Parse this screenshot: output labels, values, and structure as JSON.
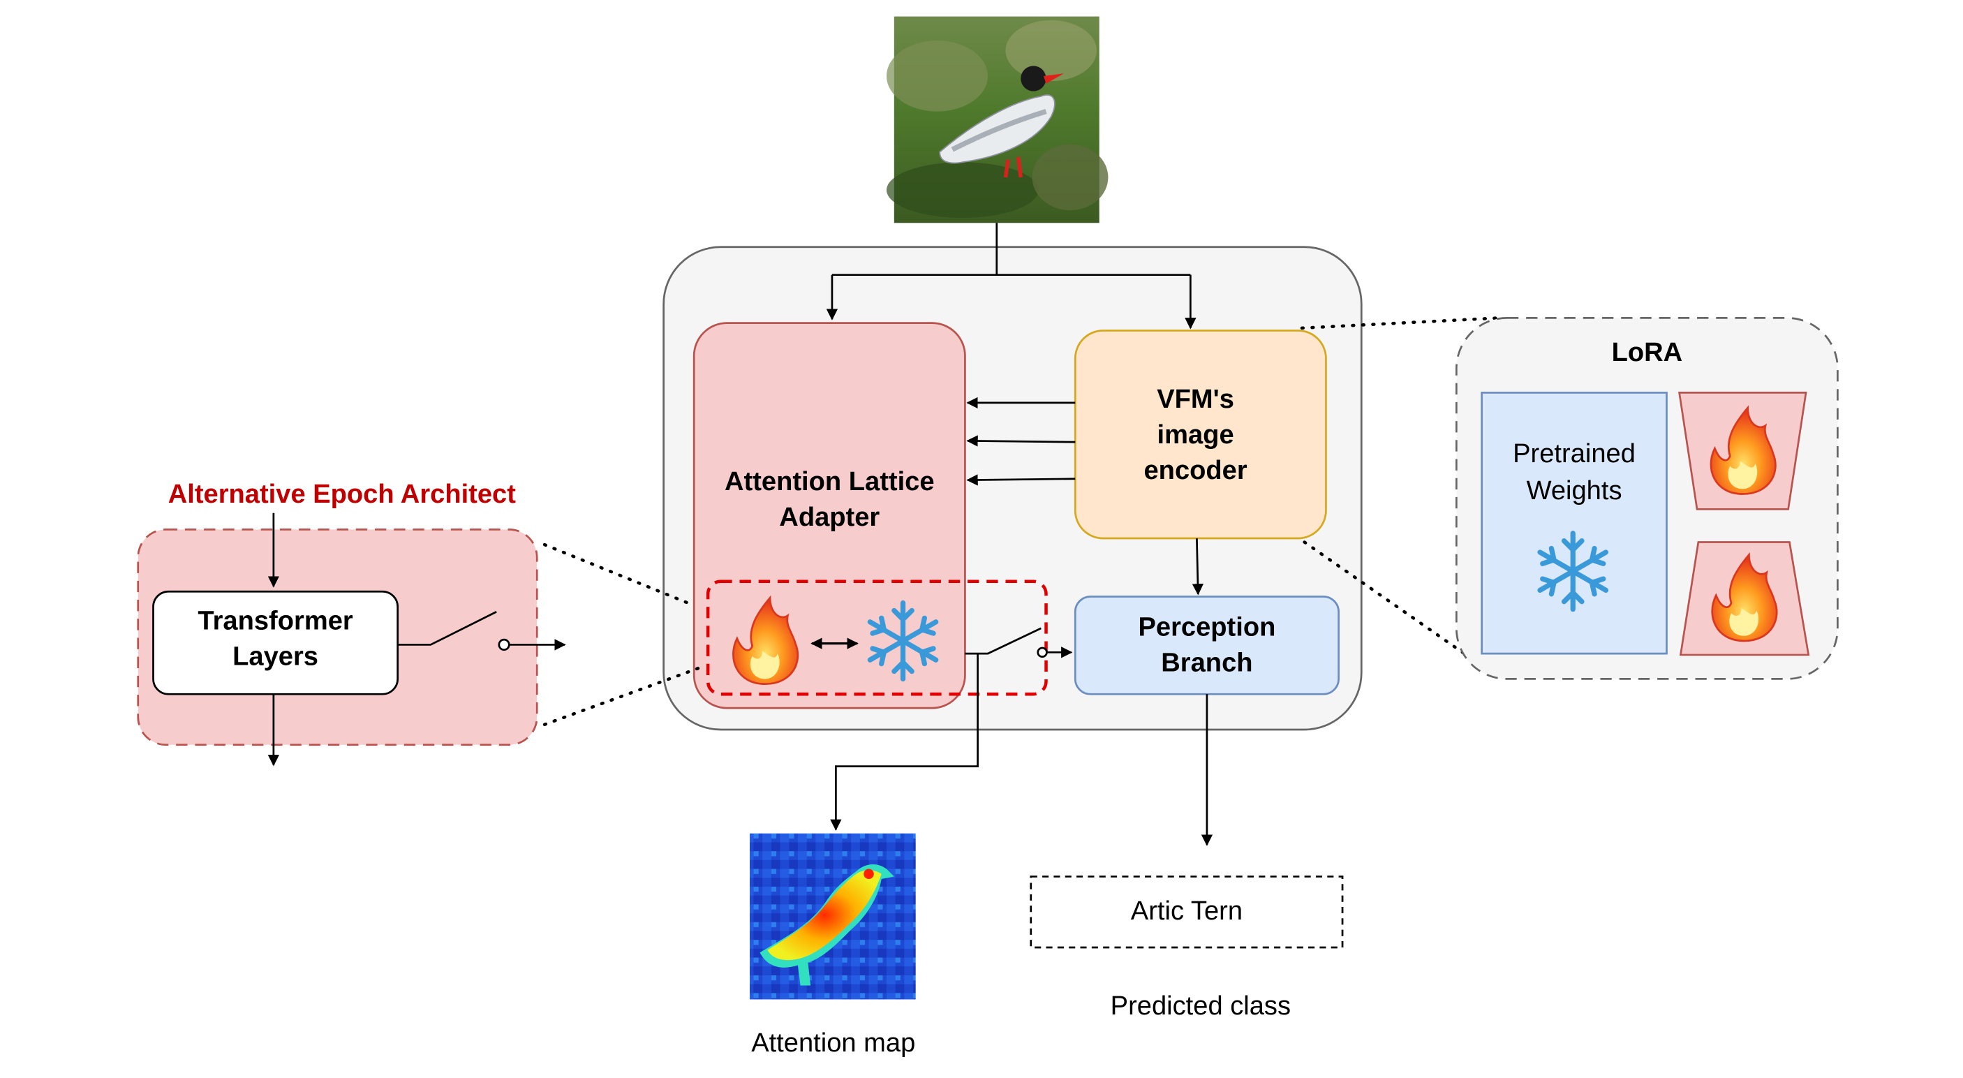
{
  "diagram": {
    "adapter_label": "Attention Lattice\nAdapter",
    "encoder_label": "VFM's\nimage\nencoder",
    "perception_label": "Perception\nBranch",
    "lora_title": "LoRA",
    "pretrained_label": "Pretrained\nWeights",
    "alt_title": "Alternative Epoch Architect",
    "transformer_label": "Transformer\nLayers",
    "output_class": "Artic Tern",
    "predicted_caption": "Predicted class",
    "attention_caption": "Attention map",
    "colors": {
      "adapter_fill": "#f7cccc",
      "adapter_stroke": "#b85450",
      "encoder_fill": "#ffe6cc",
      "encoder_stroke": "#d6a81e",
      "perception_fill": "#dae8fc",
      "perception_stroke": "#6c8ebf",
      "alt_title": "#c00000",
      "dashed_highlight": "#e00000",
      "snowflake": "#3a9ad9"
    },
    "icons": [
      "bird-photo",
      "fire-icon",
      "snowflake-icon",
      "double-arrow-icon",
      "switch-icon",
      "attention-heatmap"
    ]
  }
}
